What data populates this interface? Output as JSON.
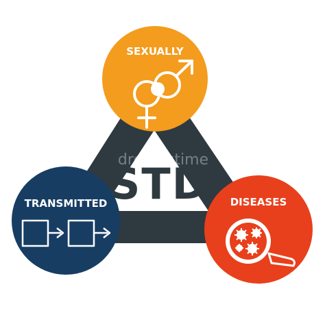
{
  "center": {
    "title": "STD"
  },
  "nodes": {
    "top": {
      "label": "SEXUALLY",
      "color": "#F39C1E",
      "icon": "gender-symbols-icon"
    },
    "left": {
      "label": "TRANSMITTED",
      "color": "#173D63",
      "icon": "transmission-arrows-icon"
    },
    "right": {
      "label": "DISEASES",
      "color": "#E8401C",
      "icon": "virus-magnifier-icon"
    }
  },
  "triangle_color": "#2E3A40",
  "watermark": "dreamstime"
}
